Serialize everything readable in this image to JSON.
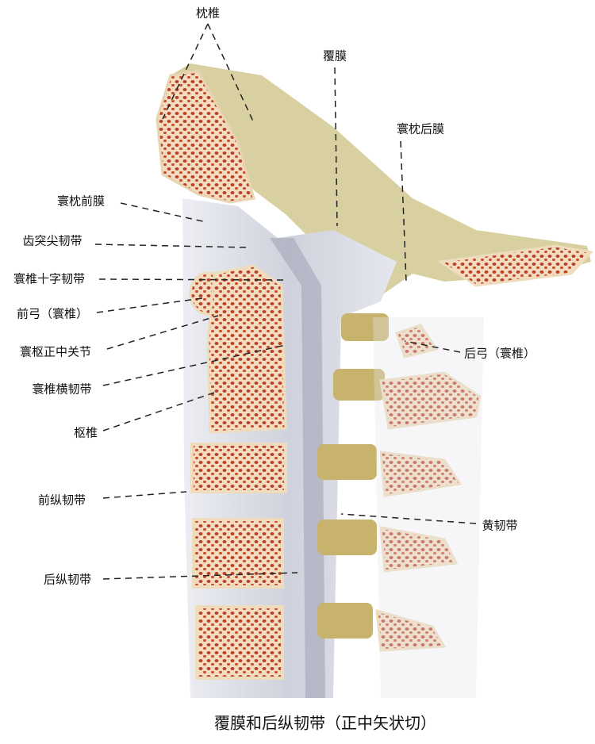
{
  "title": "覆膜和后纵韧带（正中矢状切）",
  "labels": {
    "occipital": "枕椎",
    "tectorial_membrane": "覆膜",
    "posterior_atlanto_occipital_membrane": "寰枕后膜",
    "anterior_atlanto_occipital_membrane": "寰枕前膜",
    "apical_ligament_of_dens": "齿突尖韧带",
    "cruciform_ligament": "寰椎十字韧带",
    "anterior_arch_atlas": "前弓（寰椎）",
    "median_atlantoaxial_joint": "寰枢正中关节",
    "transverse_ligament_atlas": "寰椎横韧带",
    "axis": "枢椎",
    "anterior_longitudinal_ligament": "前纵韧带",
    "posterior_longitudinal_ligament": "后纵韧带",
    "posterior_arch_atlas": "后弓（寰椎）",
    "ligamenta_flava": "黄韧带"
  },
  "colors": {
    "bone_cortex": "#f1dcbc",
    "bone_marrow": "#b8432a",
    "ligament": "#dcdde6",
    "skull": "#d8cfa0",
    "flava": "#c9b46a"
  }
}
